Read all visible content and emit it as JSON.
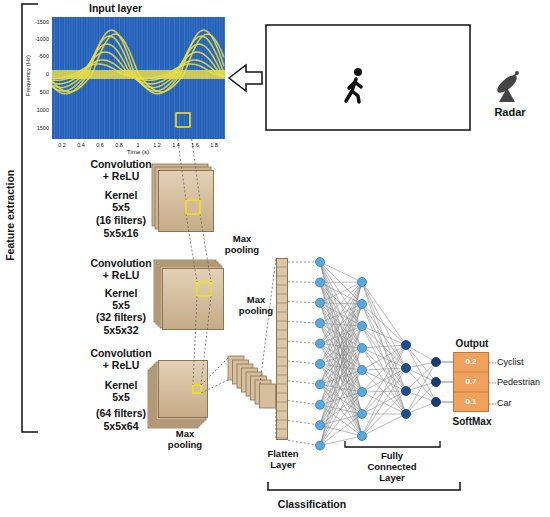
{
  "diagram": {
    "nodes": [
      {
        "text": [
          "Input layer"
        ]
      },
      {
        "text": [
          "Convolution + ReLU",
          "Kernel 5x5",
          "(16 filters)",
          "5x5x16"
        ]
      },
      {
        "text": [
          "Convolution + ReLU",
          "Kernel 5x5",
          "(32 filters)",
          "5x5x32"
        ]
      },
      {
        "text": [
          "Convolution + ReLU",
          "Kernel 5x5",
          "(64 filters)",
          "5x5x64"
        ]
      },
      {
        "text": [
          "Flatten Layer"
        ]
      },
      {
        "text": [
          "Output",
          "0.2",
          "0.7",
          "0.1",
          "SoftMax"
        ]
      }
    ],
    "labels": [
      "Feature extraction",
      "-1500",
      "-1000",
      "-500",
      "0",
      "500",
      "1000",
      "1500",
      "Frequency (Hz)",
      "0.2",
      "0.4",
      "0.6",
      "0.8",
      "1",
      "1.2",
      "1.4",
      "1.6",
      "1.8",
      "Time (s)",
      "Radar",
      "Max pooling",
      "Max pooling",
      "Max pooling",
      "Fully Connected Layer",
      "Classification",
      "Cyclist",
      "Pedestrian",
      "Car"
    ]
  }
}
